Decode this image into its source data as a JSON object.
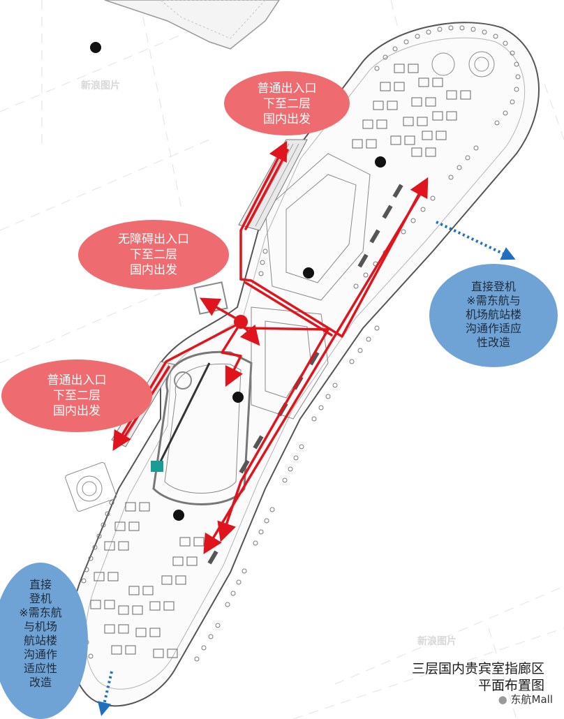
{
  "map": {
    "caption_line1": "三层国内贵宾室指廊区",
    "caption_line2": "平面布置图",
    "watermark": "新浪图片",
    "brand": "东航Mall",
    "colors": {
      "route_red": "#e0141c",
      "bubble_red": "#ee6b6f",
      "bubble_blue": "#6fa3d6",
      "arrow_blue": "#1f6fc0",
      "plan_line": "#8a8a8a",
      "accent_teal": "#1a9c95"
    }
  },
  "bubbles": {
    "top_entrance": [
      "普通出入口",
      "下至二层",
      "国内出发"
    ],
    "accessible_entrance": [
      "无障碍出入口",
      "下至二层",
      "国内出发"
    ],
    "left_entrance": [
      "普通出入口",
      "下至二层",
      "国内出发"
    ],
    "right_boarding": [
      "直接登机",
      "※需东航与",
      "机场航站楼",
      "沟通作适应",
      "性改造"
    ],
    "bottom_boarding": [
      "直接",
      "登机",
      "※需东航",
      "与机场",
      "航站楼",
      "沟通作",
      "适应性",
      "改造"
    ]
  }
}
